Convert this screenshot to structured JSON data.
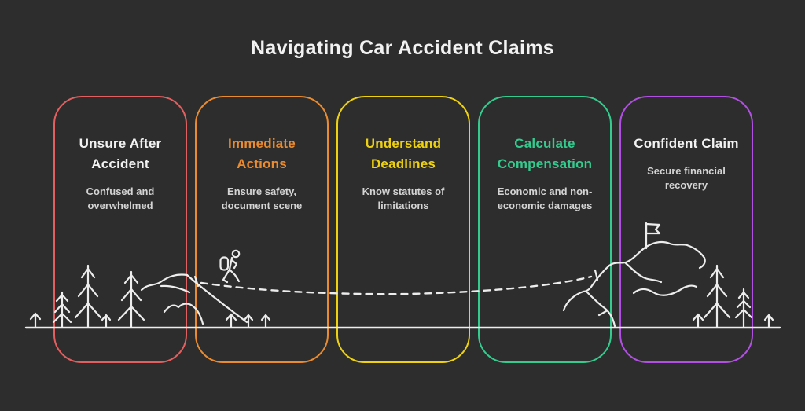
{
  "page": {
    "title": "Navigating Car Accident Claims",
    "background_color": "#2d2d2d",
    "title_color": "#f2f2f2"
  },
  "cards": [
    {
      "title": "Unsure After Accident",
      "subtitle": "Confused and overwhelmed",
      "border_color": "#e25f5f",
      "title_color": "#f2f2f2"
    },
    {
      "title": "Immediate Actions",
      "subtitle": "Ensure safety, document scene",
      "border_color": "#e98b2e",
      "title_color": "#e98b2e"
    },
    {
      "title": "Understand Deadlines",
      "subtitle": "Know statutes of limitations",
      "border_color": "#eed211",
      "title_color": "#eed211"
    },
    {
      "title": "Calculate Compensation",
      "subtitle": "Economic and non-economic damages",
      "border_color": "#34cb8f",
      "title_color": "#34cb8f"
    },
    {
      "title": "Confident Claim",
      "subtitle": "Secure financial recovery",
      "border_color": "#b150e2",
      "title_color": "#f2f2f2"
    }
  ],
  "illustration": {
    "stroke_color": "#ededed",
    "elements": [
      "ground-line",
      "grass-sprouts",
      "pine-trees",
      "hills",
      "hiker-with-backpack",
      "dashed-trail",
      "mountain",
      "summit-flag"
    ]
  }
}
